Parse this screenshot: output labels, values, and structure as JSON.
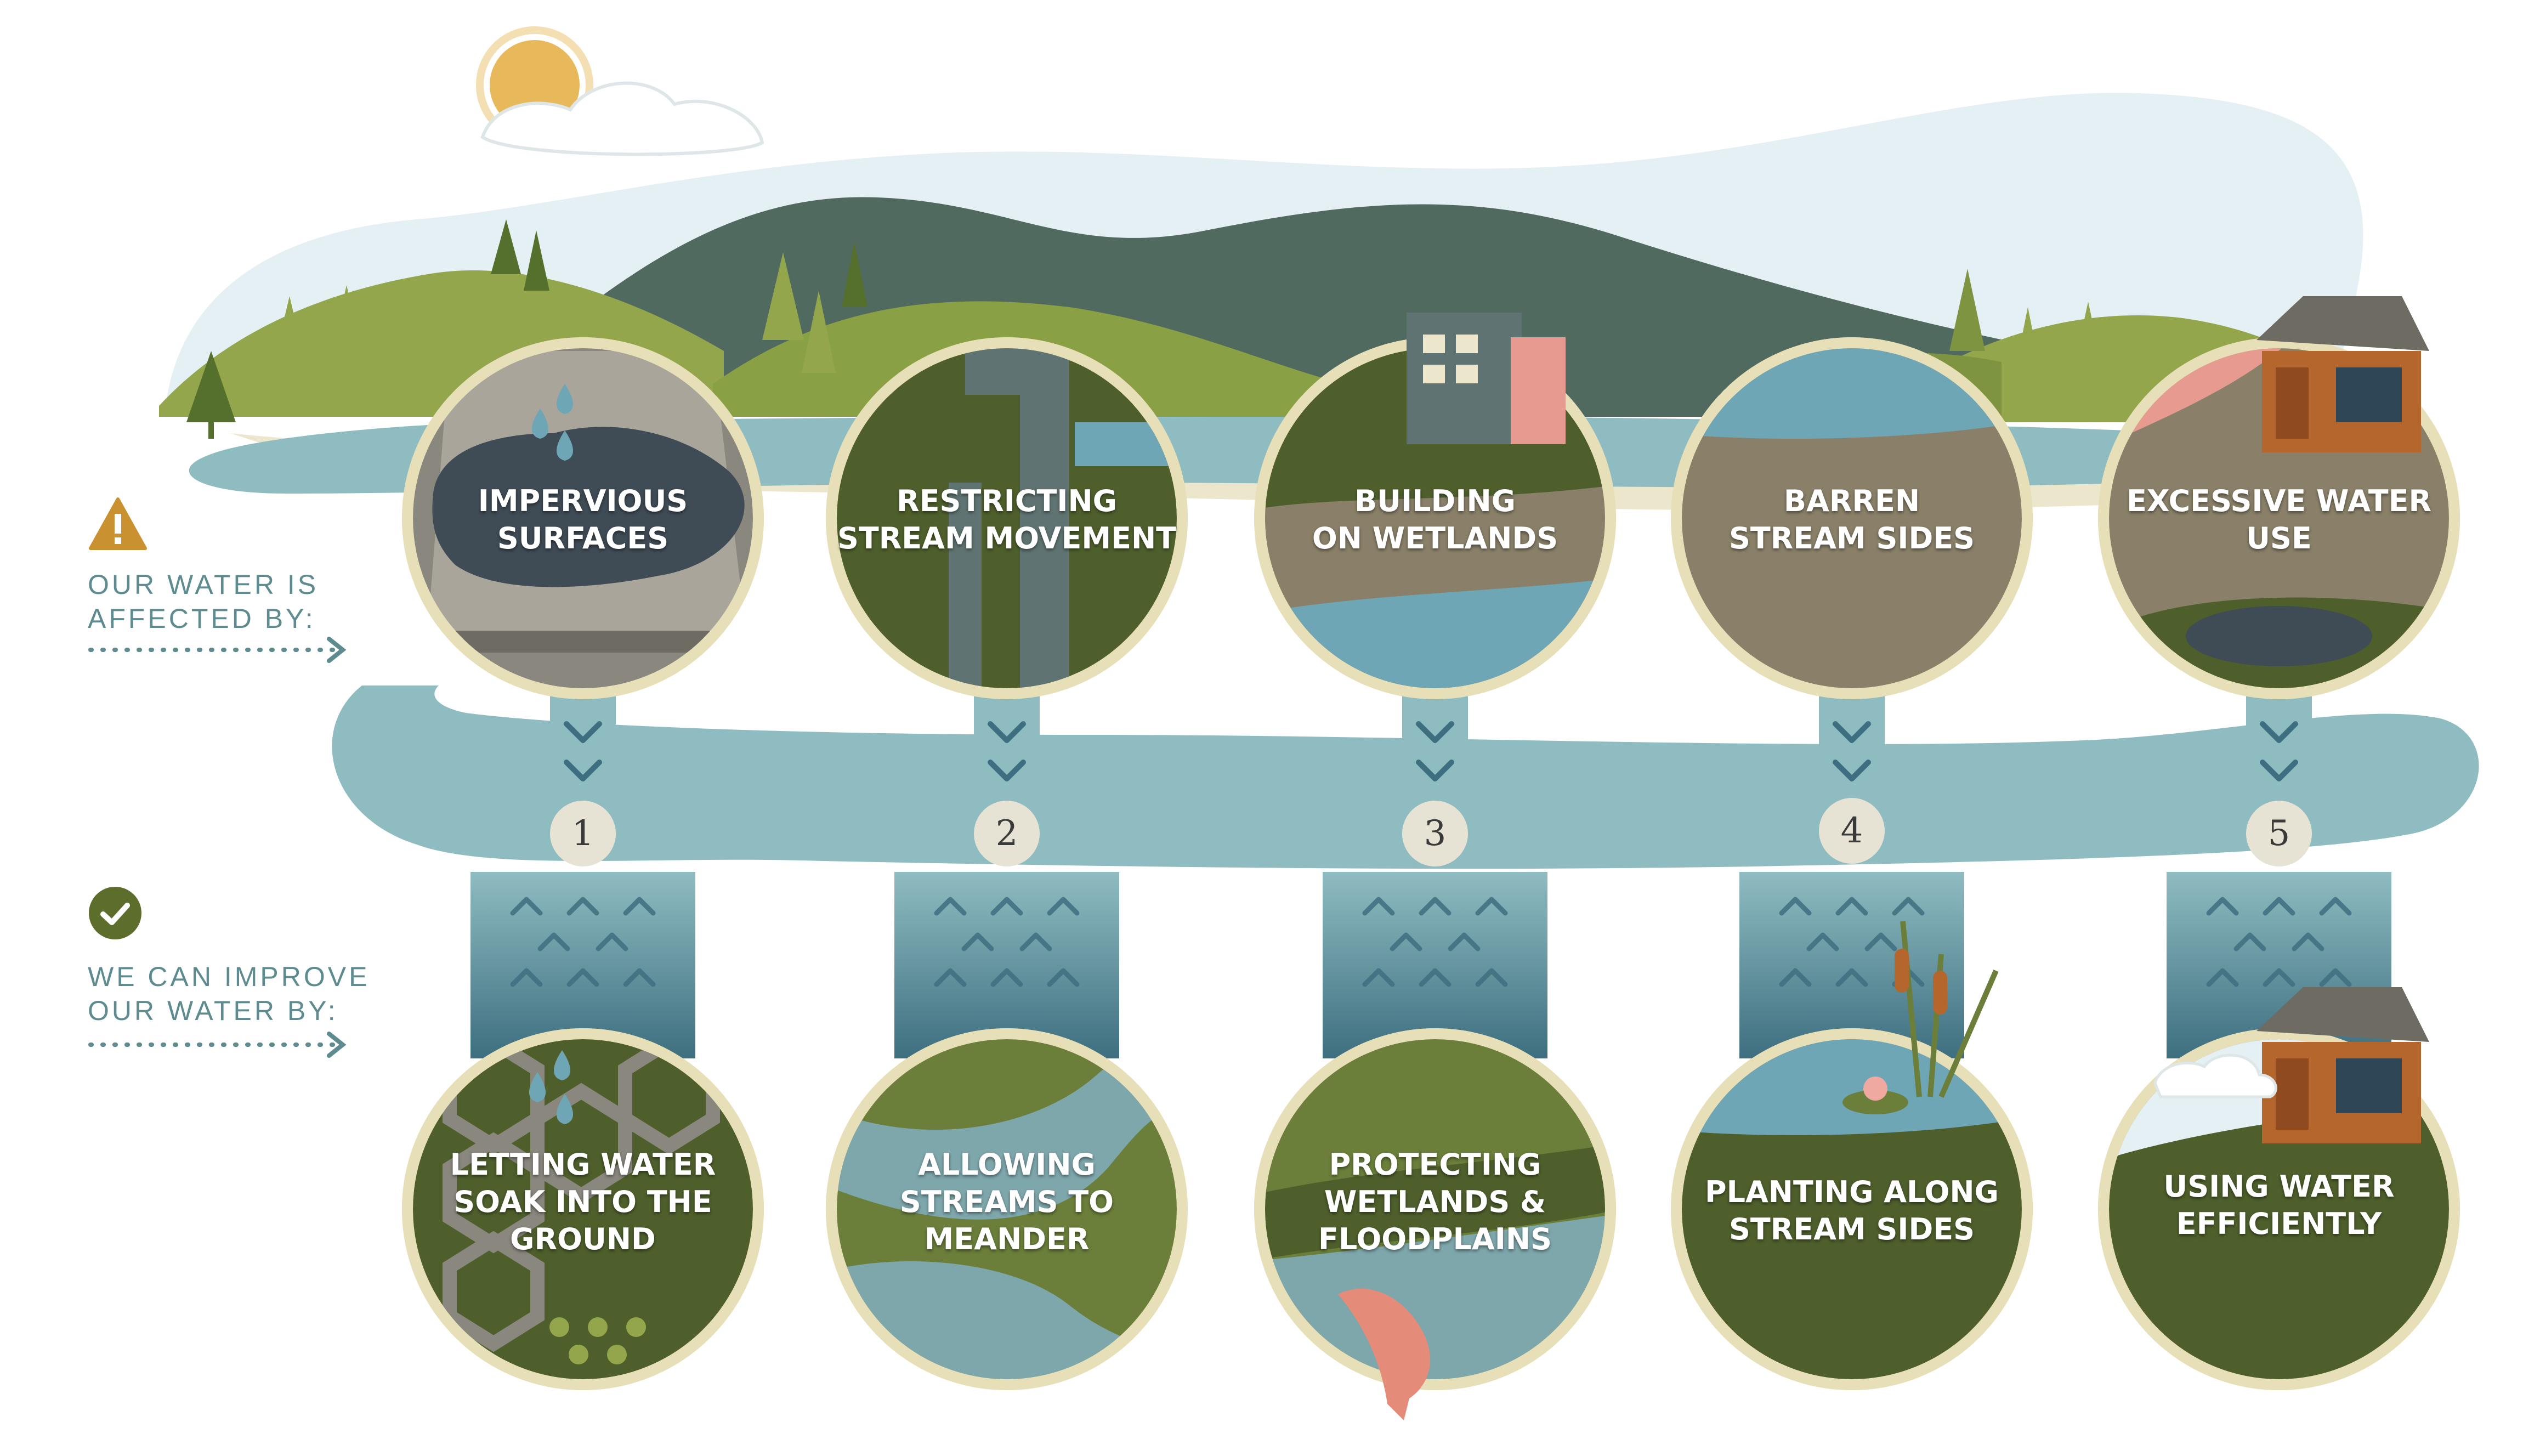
{
  "colors": {
    "sky": "#e4f0f3",
    "river": "#8fbcc1",
    "river_dark": "#3e6f80",
    "mountain": "#516a60",
    "hill_light": "#93a64b",
    "hill_dark": "#6b7f3b",
    "sand": "#ece6cc",
    "ring": "#e7dfb7",
    "grass": "#4e5f2c",
    "warn": "#c9912f",
    "check": "#5d6e2c",
    "number_bg": "#e6e3d4",
    "text_teal": "#5d8b8f"
  },
  "legend": {
    "affected_label": "OUR WATER IS\nAFFECTED BY:",
    "improve_label": "WE CAN IMPROVE\nOUR WATER BY:",
    "warning_icon": "warning-triangle-icon",
    "check_icon": "check-circle-icon",
    "arrow_icon": "dotted-arrow-icon"
  },
  "steps": [
    {
      "number": "1",
      "problem": "IMPERVIOUS\nSURFACES",
      "solution": "LETTING WATER\nSOAK INTO THE\nGROUND"
    },
    {
      "number": "2",
      "problem": "RESTRICTING\nSTREAM MOVEMENT",
      "solution": "ALLOWING\nSTREAMS TO\nMEANDER"
    },
    {
      "number": "3",
      "problem": "BUILDING\nON WETLANDS",
      "solution": "PROTECTING\nWETLANDS &\nFLOODPLAINS"
    },
    {
      "number": "4",
      "problem": "BARREN\nSTREAM SIDES",
      "solution": "PLANTING ALONG\nSTREAM SIDES"
    },
    {
      "number": "5",
      "problem": "EXCESSIVE WATER\nUSE",
      "solution": "USING WATER\nEFFICIENTLY"
    }
  ]
}
